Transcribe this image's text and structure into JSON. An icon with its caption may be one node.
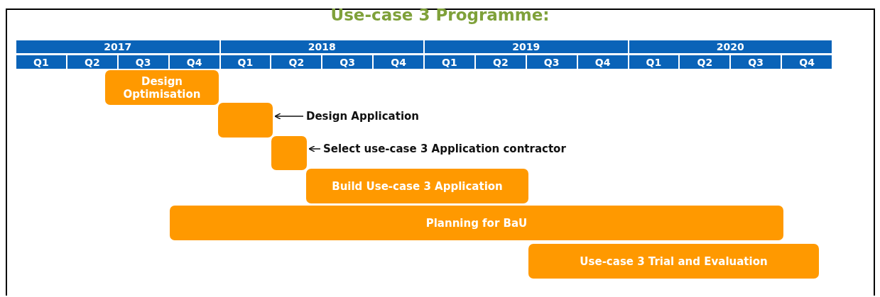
{
  "diagram": {
    "title": "Use-case 3 Programme:",
    "nodes": [
      {
        "text": [
          "Design Optimisation"
        ]
      },
      {
        "text": [],
        "shape": "bar"
      },
      {
        "text": [
          "Design Application"
        ]
      },
      {
        "text": [],
        "shape": "bar"
      },
      {
        "text": [
          "Select use-case 3 Application contractor"
        ]
      },
      {
        "text": [
          "Build Use-case 3 Application"
        ]
      },
      {
        "text": [
          "Planning for BaU"
        ]
      },
      {
        "text": [
          "Use-case 3 Trial and Evaluation"
        ]
      }
    ],
    "edges": [
      {
        "from": 2,
        "to": 1,
        "arrow": "to"
      },
      {
        "from": 4,
        "to": 3,
        "arrow": "to"
      }
    ],
    "labels": [
      "2017",
      "2018",
      "2019",
      "2020",
      "Q1",
      "Q2",
      "Q3",
      "Q4",
      "Q1",
      "Q2",
      "Q3",
      "Q4",
      "Q1",
      "Q2",
      "Q3",
      "Q4",
      "Q1",
      "Q2",
      "Q3",
      "Q4"
    ]
  }
}
